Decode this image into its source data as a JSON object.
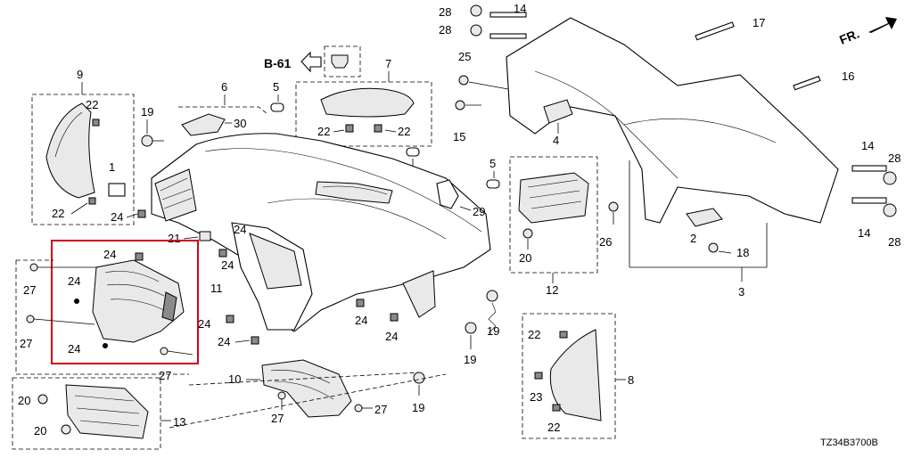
{
  "diagram_code": "TZ34B3700B",
  "orientation_mark": "FR.",
  "reference_mark": "B-61",
  "callouts": {
    "c1": "1",
    "c2": "2",
    "c3": "3",
    "c4": "4",
    "c5a": "5",
    "c5b": "5",
    "c5c": "5",
    "c6": "6",
    "c7": "7",
    "c8": "8",
    "c9": "9",
    "c10": "10",
    "c11": "11",
    "c12": "12",
    "c13": "13",
    "c14a": "14",
    "c14b": "14",
    "c14c": "14",
    "c15": "15",
    "c16": "16",
    "c17": "17",
    "c18": "18",
    "c19a": "19",
    "c19b": "19",
    "c19c": "19",
    "c19d": "19",
    "c20a": "20",
    "c20b": "20",
    "c20c": "20",
    "c21": "21",
    "c22a": "22",
    "c22b": "22",
    "c22c": "22",
    "c22d": "22",
    "c22e": "22",
    "c22f": "22",
    "c23": "23",
    "c24a": "24",
    "c24b": "24",
    "c24c": "24",
    "c24d": "24",
    "c24e": "24",
    "c24f": "24",
    "c24g": "24",
    "c24h": "24",
    "c24i": "24",
    "c25": "25",
    "c26": "26",
    "c27a": "27",
    "c27b": "27",
    "c27c": "27",
    "c27d": "27",
    "c27e": "27",
    "c28a": "28",
    "c28b": "28",
    "c28c": "28",
    "c28d": "28",
    "c29": "29",
    "c30": "30"
  },
  "highlight_color": "#d0021b"
}
